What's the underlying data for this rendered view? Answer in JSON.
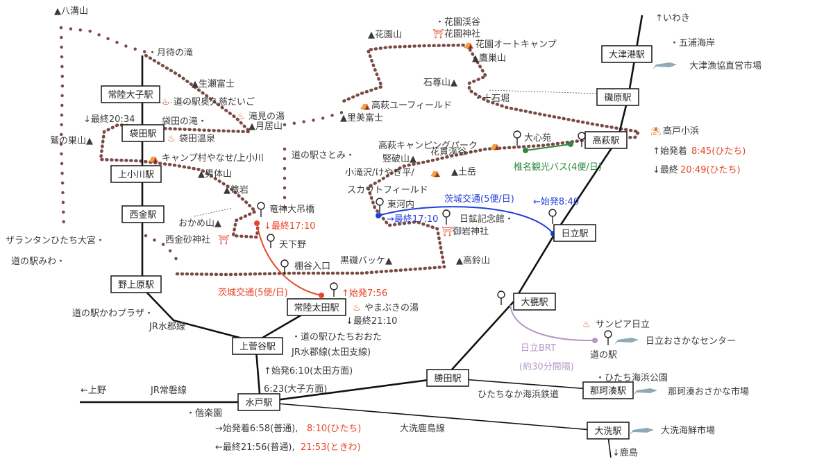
{
  "stations": [
    {
      "id": "otsuko",
      "label": "大津港駅"
    },
    {
      "id": "isohara",
      "label": "磯原駅"
    },
    {
      "id": "takahagi",
      "label": "高萩駅"
    },
    {
      "id": "hitachi",
      "label": "日立駅"
    },
    {
      "id": "omika",
      "label": "大甕駅"
    },
    {
      "id": "katsuta",
      "label": "勝田駅"
    },
    {
      "id": "nakaminato",
      "label": "那珂湊駅"
    },
    {
      "id": "oarai",
      "label": "大洗駅"
    },
    {
      "id": "mito",
      "label": "水戸駅"
    },
    {
      "id": "kamisugaya",
      "label": "上菅谷駅"
    },
    {
      "id": "hitachiota",
      "label": "常陸太田駅"
    },
    {
      "id": "nokamihara",
      "label": "野上原駅"
    },
    {
      "id": "nishikane",
      "label": "西金駅"
    },
    {
      "id": "kamiogawa",
      "label": "上小川駅"
    },
    {
      "id": "fukuroda",
      "label": "袋田駅"
    },
    {
      "id": "hitachidaigo",
      "label": "常陸大子駅"
    }
  ],
  "peaks": [
    {
      "id": "yamizo",
      "label": "▲八溝山"
    },
    {
      "id": "ikusefuji",
      "label": "▲生瀬富士"
    },
    {
      "id": "tsukioreyama",
      "label": "▲月居山"
    },
    {
      "id": "washinosu",
      "label": "鷲の巣山▲"
    },
    {
      "id": "nantai",
      "label": "▲男体山"
    },
    {
      "id": "kagoiwa",
      "label": "▲篭岩"
    },
    {
      "id": "okameyama",
      "label": "おかめ山▲"
    },
    {
      "id": "hanazono",
      "label": "▲花園山"
    },
    {
      "id": "takanosu",
      "label": "▲鷹巣山"
    },
    {
      "id": "sekisonzan",
      "label": "石尊山▲"
    },
    {
      "id": "satomifuji",
      "label": "▲里美富士"
    },
    {
      "id": "kenpazan",
      "label": "竪破山▲"
    },
    {
      "id": "tsuchidake",
      "label": "▲土岳"
    },
    {
      "id": "takasuzu",
      "label": "▲高鈴山"
    },
    {
      "id": "kuroiso",
      "label": "黒磯バッケ▲"
    }
  ],
  "places": [
    {
      "id": "tsukimachi",
      "label": "・月待の滝"
    },
    {
      "id": "okukuji",
      "label": "道の駅奥久慈だいご"
    },
    {
      "id": "takiminoyu",
      "label": "滝見の湯"
    },
    {
      "id": "fukurodanotaki",
      "label": "袋田の滝・"
    },
    {
      "id": "fukurodaonsen",
      "label": "袋田温泉"
    },
    {
      "id": "yanase",
      "label": "キャンプ村やなせ/上小川"
    },
    {
      "id": "kanasago",
      "label": "西金砂神社"
    },
    {
      "id": "zaranta",
      "label": "ザランタンひたち大宮・"
    },
    {
      "id": "miwa",
      "label": "道の駅みわ・"
    },
    {
      "id": "hanazonokei",
      "label": "・花園渓谷"
    },
    {
      "id": "hanazonojinja",
      "label": "花園神社"
    },
    {
      "id": "hanazonocamp",
      "label": "花園オートキャンプ"
    },
    {
      "id": "jukkokubori",
      "label": "・十石堀"
    },
    {
      "id": "takahagiyu",
      "label": "高萩ユーフィールド"
    },
    {
      "id": "satomi",
      "label": "道の駅さとみ・"
    },
    {
      "id": "takahagicamp",
      "label": "高萩キャンピングパーク"
    },
    {
      "id": "hananuki",
      "label": "花貫渓谷・"
    },
    {
      "id": "kodakisawa",
      "label": "小滝沢/けやき平/"
    },
    {
      "id": "scoutfield",
      "label": "スカウトフィールド"
    },
    {
      "id": "takadoko",
      "label": "高戸小浜"
    },
    {
      "id": "goura",
      "label": "・五浦海岸"
    },
    {
      "id": "iwaki",
      "label": "↑いわき"
    },
    {
      "id": "otsuichiba",
      "label": "大津漁協直営市場"
    },
    {
      "id": "nikko",
      "label": "日鉱記念館・"
    },
    {
      "id": "oiwajinja",
      "label": "御岩神社"
    },
    {
      "id": "yamabuki",
      "label": "やまぶきの湯"
    },
    {
      "id": "kawaplaza",
      "label": "道の駅かわプラザ・"
    },
    {
      "id": "hitachiota_mm",
      "label": "・道の駅ひたちおおた"
    },
    {
      "id": "sunpia",
      "label": "サンピア日立"
    },
    {
      "id": "osakana",
      "label": "日立おさかなセンター"
    },
    {
      "id": "michinoeki",
      "label": "道の駅"
    },
    {
      "id": "kaihin",
      "label": "・ひたち海浜公園"
    },
    {
      "id": "nakaminatoichiba",
      "label": "那珂湊おさかな市場"
    },
    {
      "id": "oaraichiba",
      "label": "大洗海鮮市場"
    },
    {
      "id": "kairakuen",
      "label": "・偕楽園"
    },
    {
      "id": "ueno",
      "label": "←上野"
    },
    {
      "id": "kashima",
      "label": "↓鹿島"
    }
  ],
  "lines": [
    {
      "id": "suigun",
      "label": "JR水郡線"
    },
    {
      "id": "suigun_ota",
      "label": "JR水郡線(太田支線)"
    },
    {
      "id": "joban",
      "label": "JR常磐線"
    },
    {
      "id": "kaihinrailway",
      "label": "ひたちなか海浜鉄道"
    },
    {
      "id": "oaraikashima",
      "label": "大洗鹿島線"
    }
  ],
  "bus_stops": [
    {
      "id": "daishinen",
      "label": "大心苑"
    },
    {
      "id": "higashigochi",
      "label": "東河内"
    },
    {
      "id": "ryujin",
      "label": "竜神大吊橋"
    },
    {
      "id": "tengeno",
      "label": "天下野"
    },
    {
      "id": "tanayairiguchi",
      "label": "棚谷入口"
    }
  ],
  "routes": {
    "shiina": {
      "label": "椎名観光バス(4便/日)",
      "color": "#2e8b3e"
    },
    "ibaraki_n": {
      "label": "茨城交通(5便/日)",
      "first": "←始発8:40",
      "last": "→最終17:10",
      "color": "#1f3fd8"
    },
    "ibaraki_w": {
      "label": "茨城交通(5便/日)",
      "first": "↑始発7:56",
      "last": "↓最終17:10",
      "color": "#e8452a"
    },
    "brt": {
      "label": "日立BRT",
      "sub": "(約30分間隔)",
      "color": "#b497c6"
    }
  },
  "times": {
    "daigo_last": "↓最終20:34",
    "takahagi_first_a": "↑始発着",
    "takahagi_first_b": "8:45(ひたち)",
    "takahagi_last_a": "↓最終",
    "takahagi_last_b": "20:49(ひたち)",
    "ota_last": "↓最終21:10",
    "kamisugaya_first": "↑始発6:10(太田方面)",
    "kamisugaya_first2": "6:23(大子方面)",
    "mito_first_a": "→始発着6:58(普通),",
    "mito_first_b": "8:10(ひたち)",
    "mito_last_a": "←最終21:56(普通),",
    "mito_last_b": "21:53(ときわ)"
  },
  "colors": {
    "trail": "#7a4a46",
    "red": "#e8452a",
    "blue": "#1f3fd8",
    "green": "#2e8b3e",
    "purple": "#b497c6",
    "fish": "#8fa9b6"
  }
}
